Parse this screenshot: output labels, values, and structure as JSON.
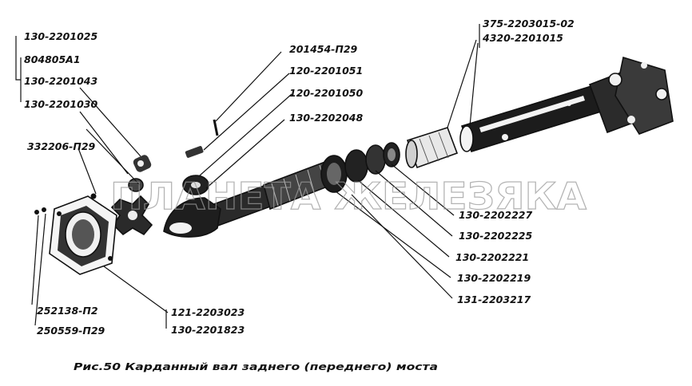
{
  "labels": {
    "l_130_2201025": "130-2201025",
    "l_804805a1": "804805А1",
    "l_130_2201043": "130-2201043",
    "l_130_2201030": "130-2201030",
    "l_332206_p29": "332206-П29",
    "l_201454_p29": "201454-П29",
    "l_120_2201051": "120-2201051",
    "l_120_2201050": "120-2201050",
    "l_130_2202048": "130-2202048",
    "l_375_2203015_02": "375-2203015-02",
    "l_4320_2201015": "4320-2201015",
    "l_130_2202227": "130-2202227",
    "l_130_2202225": "130-2202225",
    "l_130_2202221": "130-2202221",
    "l_130_2202219": "130-2202219",
    "l_131_2203217": "131-2203217",
    "l_252138_p2": "252138-П2",
    "l_250559_p29": "250559-П29",
    "l_121_2203023": "121-2203023",
    "l_130_2201823": "130-2201823"
  },
  "caption": "Рис.50 Карданный вал заднего (переднего) моста",
  "watermark": "ПЛАНЕТА ЖЕЛЕЗЯКА"
}
